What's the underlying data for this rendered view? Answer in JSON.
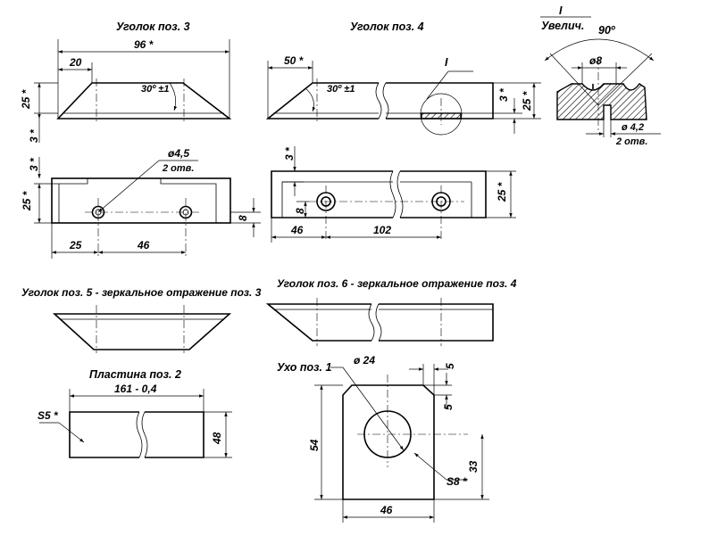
{
  "titles": {
    "corner3": "Уголок поз. 3",
    "corner4": "Уголок поз. 4",
    "detail_mark": "I",
    "detail_scale": "Увелич.",
    "corner5": "Уголок поз. 5 - зеркальное отражение поз. 3",
    "corner6": "Уголок поз. 6 - зеркальное отражение поз. 4",
    "plate2": "Пластина поз. 2",
    "ear1": "Ухо поз. 1"
  },
  "dims": {
    "c3_96": "96 *",
    "c3_20": "20",
    "c3_angle": "30º ±1",
    "c3_25": "25 *",
    "c3_3": "3 *",
    "c3_hole": "ø4,5",
    "c3_holes": "2 отв.",
    "c3b_3": "3 *",
    "c3b_25": "25 *",
    "c3b_8": "8",
    "c3b_25h": "25",
    "c3b_46": "46",
    "c4_50": "50 *",
    "c4_angle": "30º ±1",
    "c4_I": "I",
    "c4_3": "3 *",
    "c4_25": "25 *",
    "c4b_3": "3 *",
    "c4b_8": "8",
    "c4b_25": "25 *",
    "c4b_46": "46",
    "c4b_102": "102",
    "det_angle": "90º",
    "det_d8": "ø8",
    "det_d42": "ø 4,2",
    "det_holes": "2 отв.",
    "pl_len": "161 - 0,4",
    "pl_s": "S5 *",
    "pl_48": "48",
    "ear_d24": "ø 24",
    "ear_5a": "5",
    "ear_5b": "5",
    "ear_54": "54",
    "ear_33": "33",
    "ear_s8": "S8 *",
    "ear_46": "46"
  }
}
